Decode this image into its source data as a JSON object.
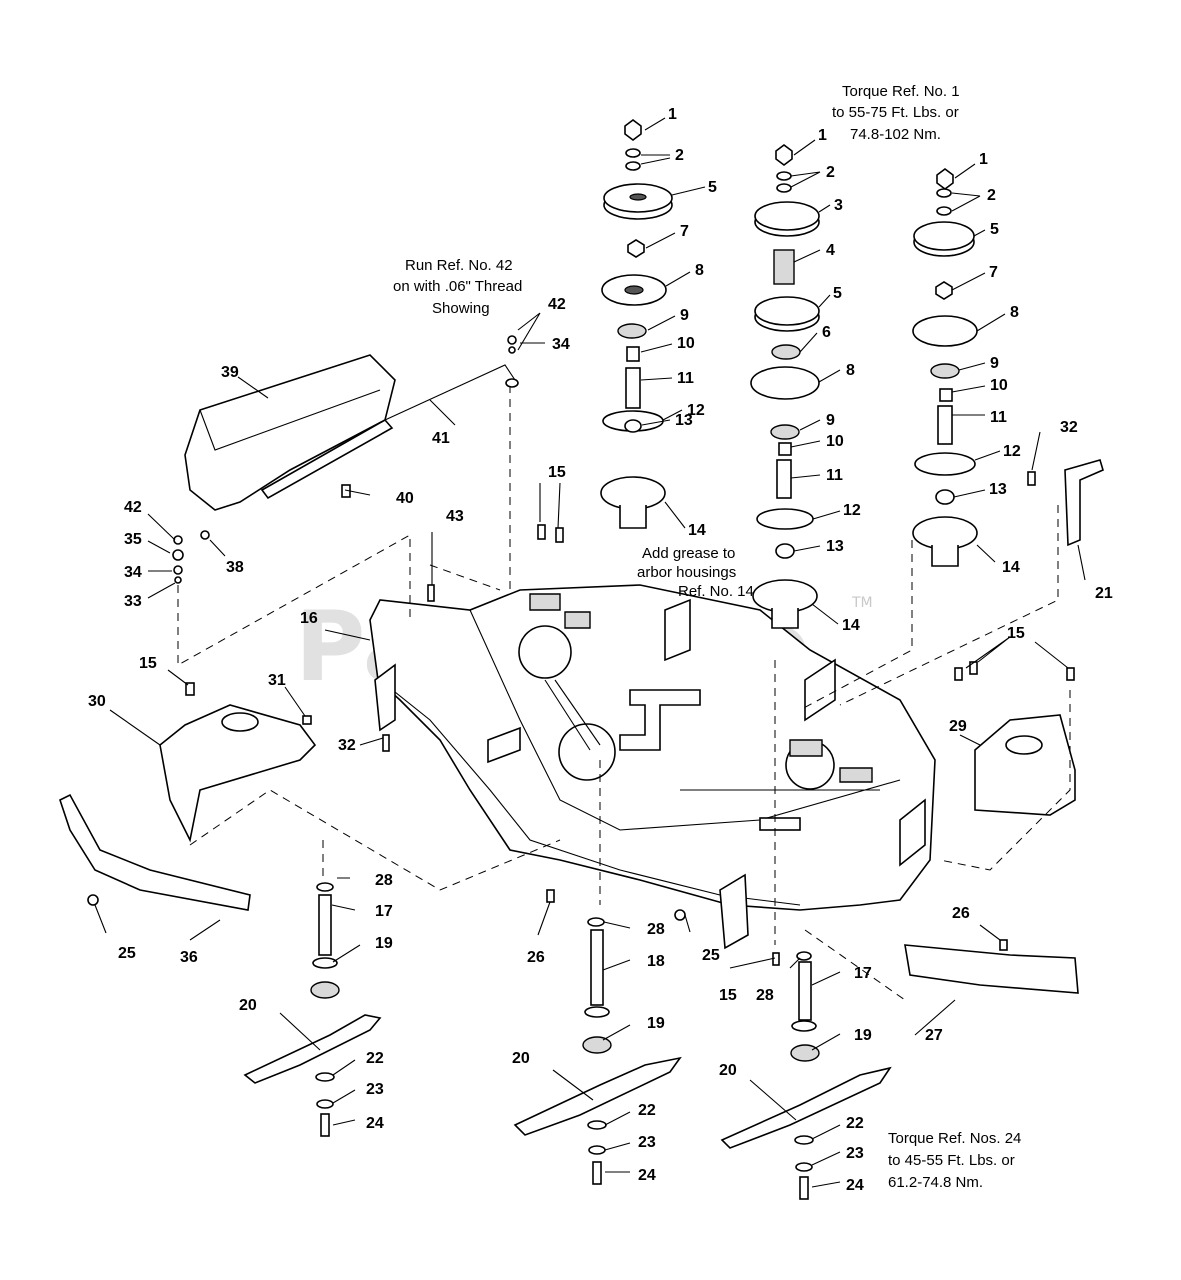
{
  "notes": {
    "torque_top": [
      "Torque Ref. No. 1",
      "to 55-75 Ft. Lbs. or",
      "74.8-102 Nm."
    ],
    "run_ref": [
      "Run Ref. No. 42",
      "on with .06\" Thread",
      "Showing"
    ],
    "grease": [
      "Add grease to",
      "arbor housings",
      "Ref. No. 14"
    ],
    "torque_bottom": [
      "Torque Ref. Nos. 24",
      "to 45-55 Ft. Lbs. or",
      "61.2-74.8 Nm."
    ]
  },
  "watermark": {
    "text": "PartsTree",
    "trademark": "TM"
  },
  "labels": [
    "1",
    "2",
    "5",
    "7",
    "8",
    "9",
    "10",
    "11",
    "12",
    "13",
    "14",
    "1",
    "2",
    "3",
    "4",
    "5",
    "6",
    "8",
    "9",
    "10",
    "11",
    "12",
    "13",
    "14",
    "1",
    "2",
    "5",
    "7",
    "8",
    "9",
    "10",
    "11",
    "12",
    "13",
    "14",
    "42",
    "34",
    "39",
    "41",
    "40",
    "42",
    "35",
    "38",
    "34",
    "33",
    "43",
    "15",
    "16",
    "31",
    "30",
    "32",
    "15",
    "21",
    "32",
    "15",
    "29",
    "25",
    "36",
    "28",
    "17",
    "19",
    "20",
    "22",
    "23",
    "24",
    "26",
    "25",
    "28",
    "18",
    "19",
    "20",
    "22",
    "23",
    "24",
    "15",
    "28",
    "17",
    "19",
    "20",
    "22",
    "23",
    "24",
    "26",
    "27"
  ]
}
